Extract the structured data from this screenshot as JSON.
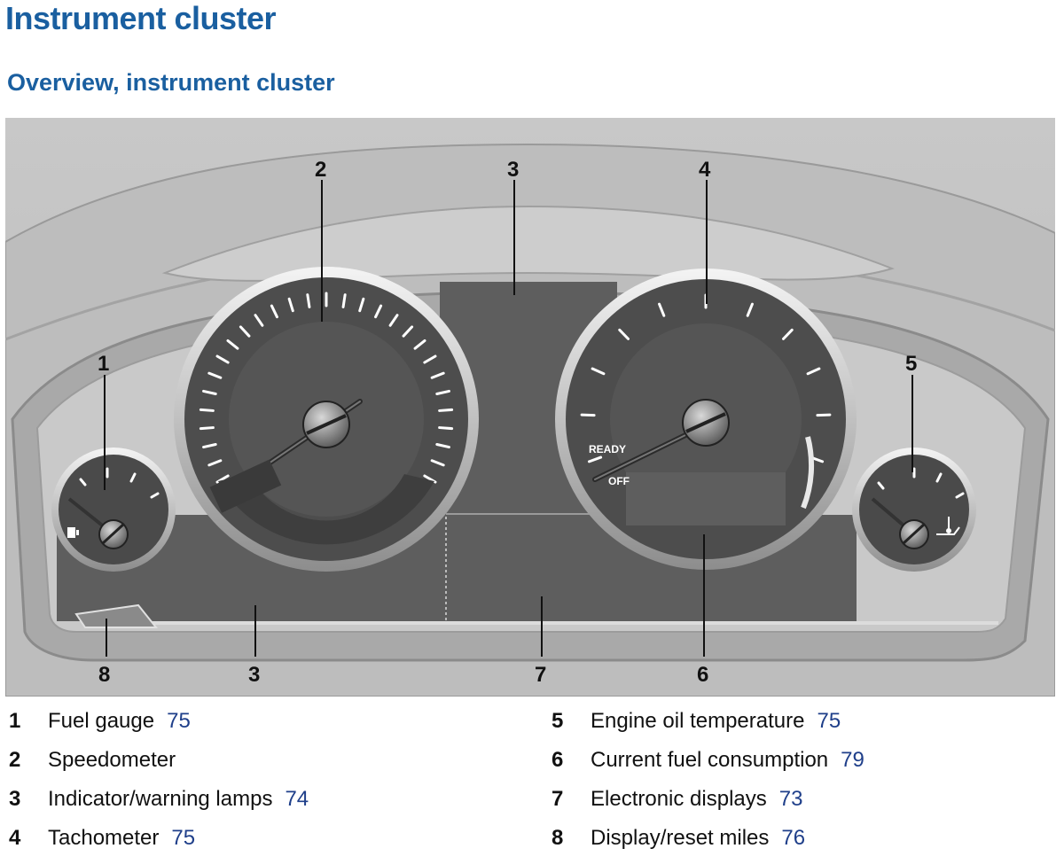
{
  "page": {
    "title": "Instrument cluster",
    "subtitle": "Overview, instrument cluster"
  },
  "figure": {
    "callouts": {
      "c1": "1",
      "c2": "2",
      "c3_top": "3",
      "c4": "4",
      "c5": "5",
      "c8": "8",
      "c3_bottom": "3",
      "c7": "7",
      "c6": "6"
    },
    "tachometer_labels": {
      "ready": "READY",
      "off": "OFF"
    },
    "icons": [
      "fuel-pump-icon",
      "oil-temperature-icon"
    ]
  },
  "legend": {
    "items": [
      {
        "num": "1",
        "label": "Fuel gauge",
        "page": "75"
      },
      {
        "num": "2",
        "label": "Speedometer",
        "page": ""
      },
      {
        "num": "3",
        "label": "Indicator/warning lamps",
        "page": "74"
      },
      {
        "num": "4",
        "label": "Tachometer",
        "page": "75"
      },
      {
        "num": "5",
        "label": "Engine oil temperature",
        "page": "75"
      },
      {
        "num": "6",
        "label": "Current fuel consumption",
        "page": "79"
      },
      {
        "num": "7",
        "label": "Electronic displays",
        "page": "73"
      },
      {
        "num": "8",
        "label": "Display/reset miles",
        "page": "76"
      }
    ]
  },
  "colors": {
    "heading": "#1a5fa0",
    "page_ref": "#1f3f8a"
  }
}
